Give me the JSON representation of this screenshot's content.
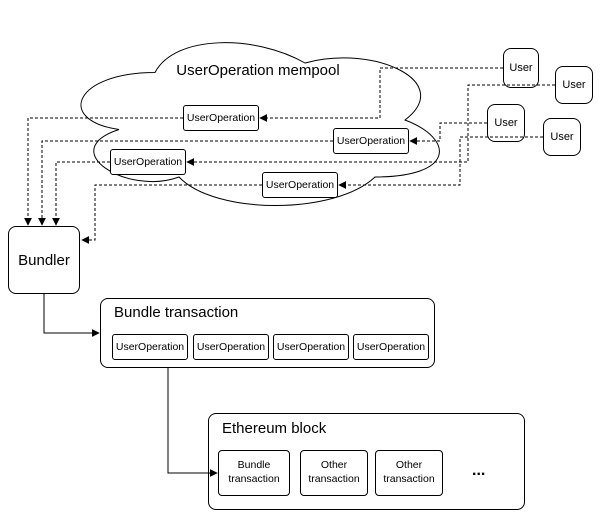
{
  "mempool": {
    "title": "UserOperation mempool",
    "userops": [
      "UserOperation",
      "UserOperation",
      "UserOperation",
      "UserOperation"
    ]
  },
  "users": [
    "User",
    "User",
    "User",
    "User"
  ],
  "bundler": {
    "label": "Bundler"
  },
  "bundle_transaction": {
    "title": "Bundle transaction",
    "userops": [
      "UserOperation",
      "UserOperation",
      "UserOperation",
      "UserOperation"
    ]
  },
  "ethereum_block": {
    "title": "Ethereum block",
    "transactions": [
      "Bundle transaction",
      "Other transaction",
      "Other transaction"
    ],
    "ellipsis": "..."
  },
  "colors": {
    "stroke": "#000000",
    "background": "#ffffff"
  }
}
